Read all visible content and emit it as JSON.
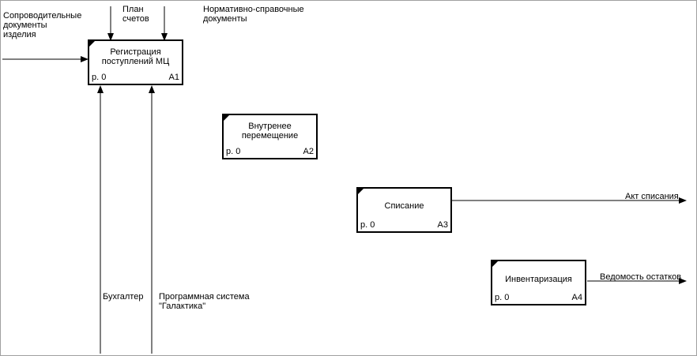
{
  "boxes": [
    {
      "title": "Регистрация\nпоступлений МЦ",
      "node": "р. 0",
      "num": "А1"
    },
    {
      "title": "Внутренее\nперемещение",
      "node": "р. 0",
      "num": "А2"
    },
    {
      "title": "Списание",
      "node": "р. 0",
      "num": "А3"
    },
    {
      "title": "Инвентаризация",
      "node": "р. 0",
      "num": "А4"
    }
  ],
  "arrows": {
    "input_docs": "Сопроводительные\nдокументы\nизделия",
    "plan": "План\nсчетов",
    "normative": "Нормативно-справочные\nдокументы",
    "act": "Акт списания",
    "statement": "Ведомость остатков",
    "accountant": "Бухгалтер",
    "software": "Программная система\n\"Галактика\""
  },
  "colors": {
    "line": "#000000",
    "background": "#ffffff"
  }
}
